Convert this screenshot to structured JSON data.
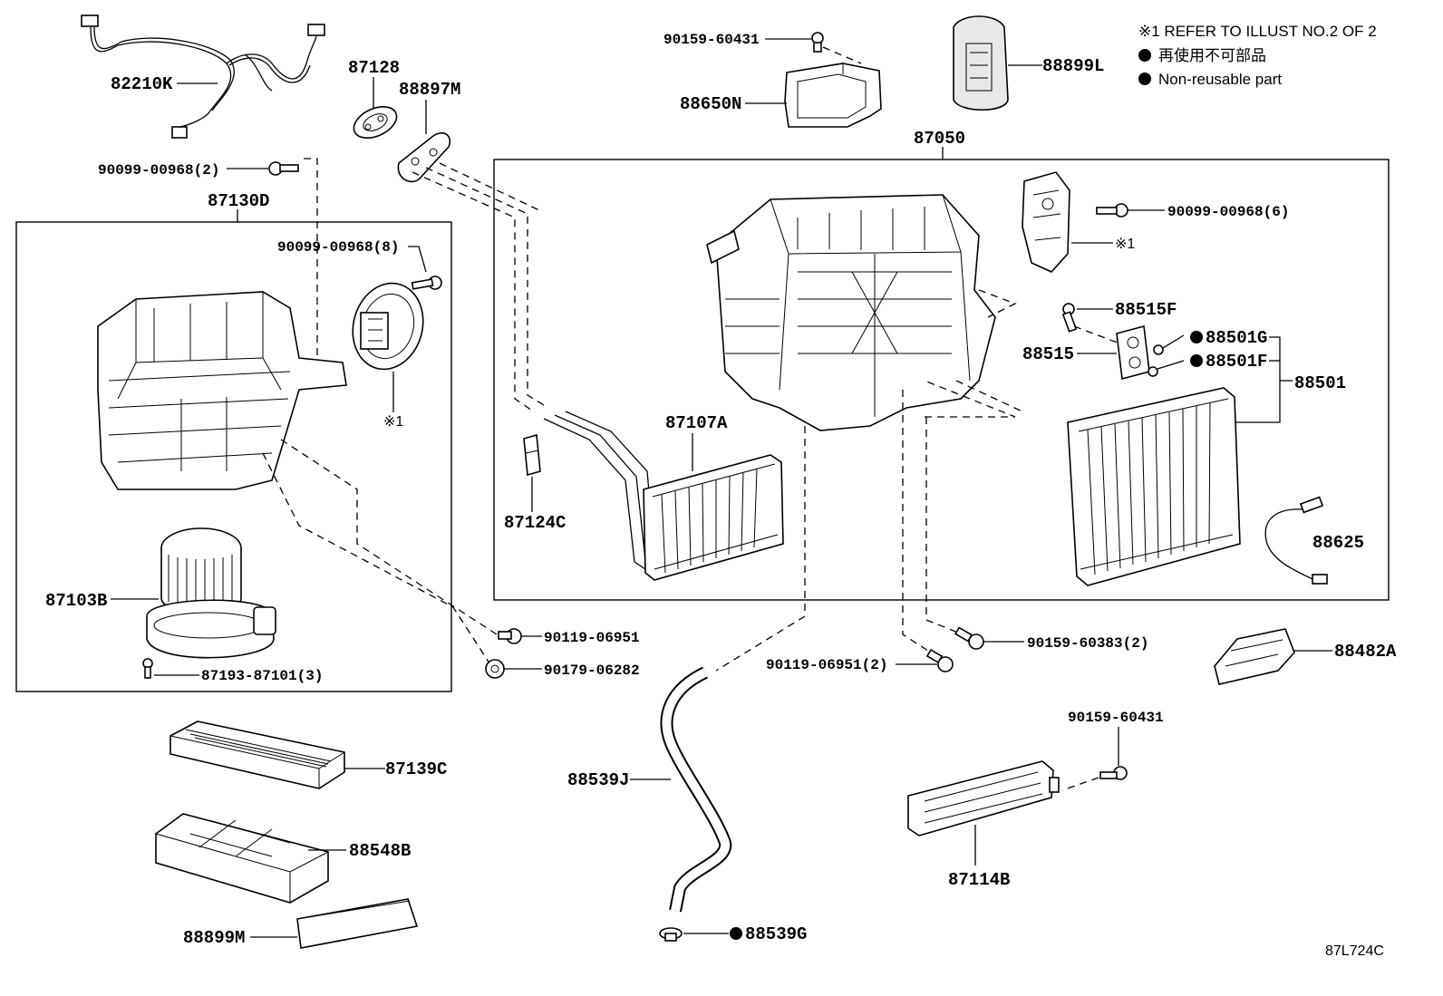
{
  "notes": {
    "refer": "※1 REFER TO ILLUST NO.2 OF 2",
    "non_reusable_jp": "再使用不可部品",
    "non_reusable_en": "Non-reusable part",
    "bullet": "●"
  },
  "illustration_code": "87L724C",
  "parts": {
    "p82210K": "82210K",
    "p87128": "87128",
    "p88897M": "88897M",
    "p90159_60431_top": "90159-60431",
    "p88650N": "88650N",
    "p88899L": "88899L",
    "p87050": "87050",
    "p90099_00968_2": "90099-00968(2)",
    "p87130D": "87130D",
    "p90099_00968_8": "90099-00968(8)",
    "p_ref1_left": "※1",
    "p87103B": "87103B",
    "p87193_87101_3": "87193-87101(3)",
    "p90119_06951": "90119-06951",
    "p90179_06282": "90179-06282",
    "p87139C": "87139C",
    "p88548B": "88548B",
    "p88899M": "88899M",
    "p88539J": "88539J",
    "p88539G": "88539G",
    "p87124C": "87124C",
    "p87107A": "87107A",
    "p90099_00968_6": "90099-00968(6)",
    "p_ref1_right": "※1",
    "p88515F": "88515F",
    "p88515": "88515",
    "p88501G": "88501G",
    "p88501F": "88501F",
    "p88501": "88501",
    "p88625": "88625",
    "p90119_06951_2": "90119-06951(2)",
    "p90159_60383_2": "90159-60383(2)",
    "p88482A": "88482A",
    "p90159_60431_bottom": "90159-60431",
    "p87114B": "87114B"
  }
}
